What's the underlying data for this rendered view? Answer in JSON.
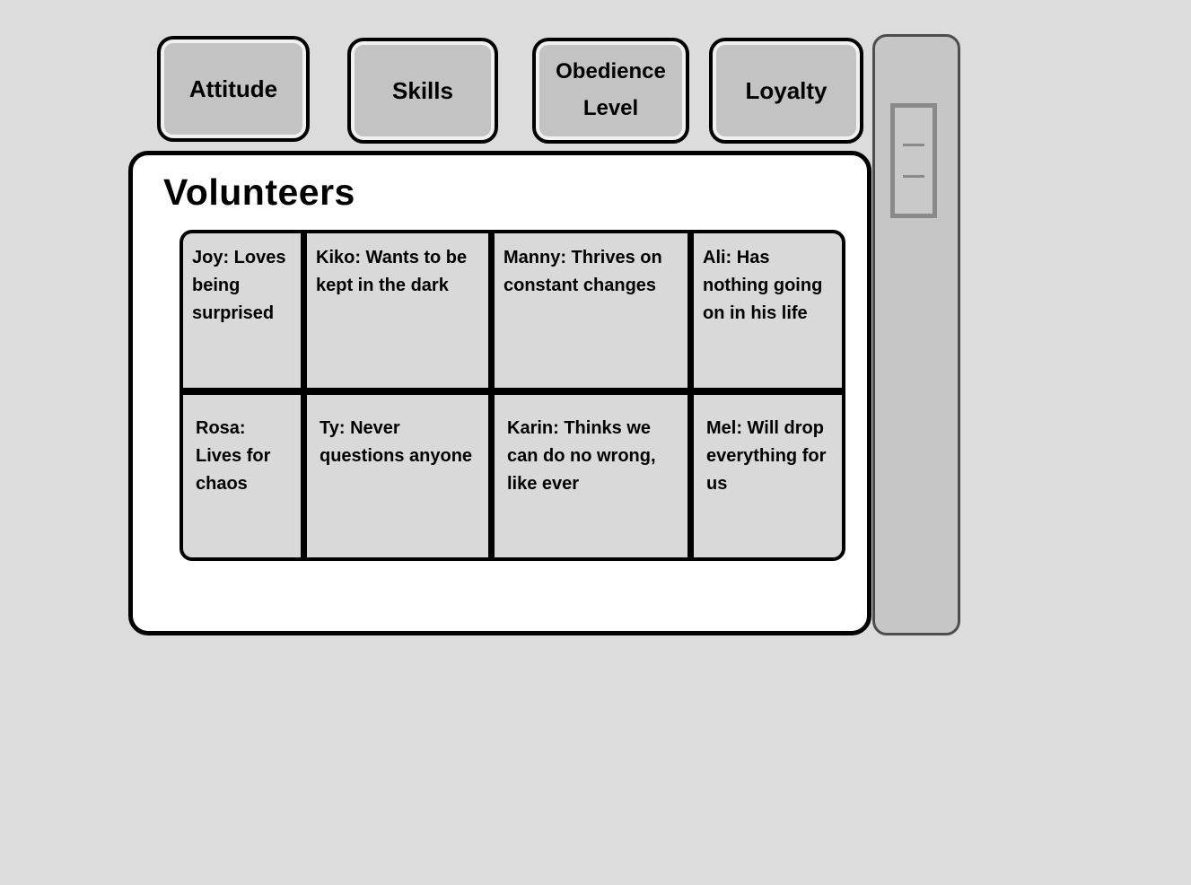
{
  "tabs": [
    {
      "label": "Attitude"
    },
    {
      "label": "Skills"
    },
    {
      "label": "Obedience Level"
    },
    {
      "label": "Loyalty"
    }
  ],
  "panel": {
    "title": "Volunteers"
  },
  "table": {
    "rows": [
      [
        "Joy: Loves being surprised",
        "Kiko: Wants to be kept in the dark",
        "Manny: Thrives on constant changes",
        "Ali: Has nothing going on in his life"
      ],
      [
        "Rosa: Lives for chaos",
        "Ty: Never questions anyone",
        "Karin: Thinks we can do no wrong, like ever",
        "Mel: Will drop everything for us"
      ]
    ]
  },
  "colors": {
    "background": "#dcdcdc",
    "tab_fill": "#c3c3c3",
    "panel_fill": "#ffffff",
    "cell_fill": "#d9d9d9",
    "divider": "#000000",
    "scrollbar_fill": "#c6c6c6",
    "scrollbar_thumb_border": "#8a8a8a"
  }
}
